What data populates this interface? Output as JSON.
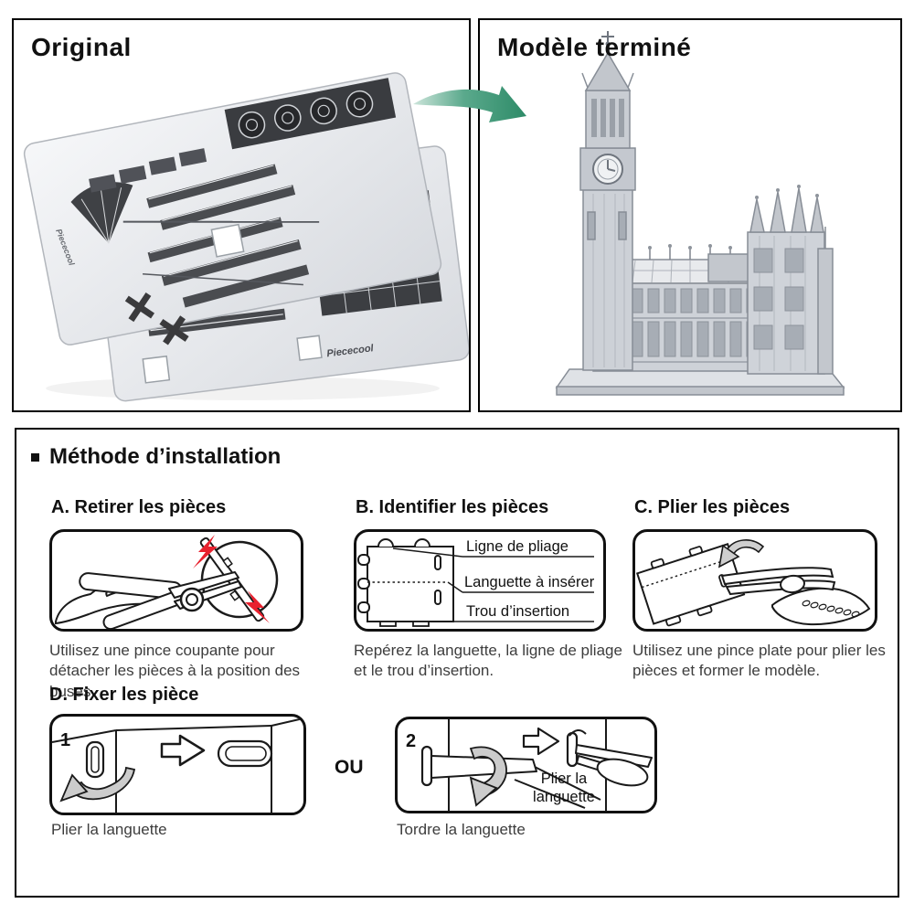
{
  "original": {
    "title": "Original",
    "sheet_logo": "Piececool"
  },
  "finished": {
    "title": "Modèle terminé"
  },
  "installation": {
    "title": "Méthode d’installation",
    "steps": [
      {
        "letter": "A",
        "heading": "A. Retirer les pièces",
        "caption_line1": "Utilisez une pince coupante pour",
        "caption_line2": "détacher les pièces à la position des buses."
      },
      {
        "letter": "B",
        "heading": "B. Identifier les pièces",
        "labels": [
          "Ligne de pliage",
          "Languette à insérer",
          "Trou d’insertion"
        ],
        "caption_line1": "Repérez la languette, la ligne de pliage",
        "caption_line2": "et le trou d’insertion."
      },
      {
        "letter": "C",
        "heading": "C. Plier les pièces",
        "caption_line1": "Utilisez une pince plate pour plier les",
        "caption_line2": "pièces et former le modèle."
      },
      {
        "letter": "D",
        "heading": "D. Fixer les pièce",
        "or_label": "OU",
        "option1": {
          "number": "1",
          "caption": "Plier la languette"
        },
        "option2": {
          "number": "2",
          "caption": "Tordre la languette",
          "inner_line1": "Plier la",
          "inner_line2": "languette"
        }
      }
    ]
  },
  "colors": {
    "arrow_green_dark": "#2E8B68",
    "arrow_green_light": "#CDE5DB",
    "spark_red": "#E8212E",
    "line_black": "#1A1A1A",
    "caption_gray": "#3D3D3D",
    "metal_light": "#E3E6EA",
    "metal_mid": "#C9CDD3"
  }
}
